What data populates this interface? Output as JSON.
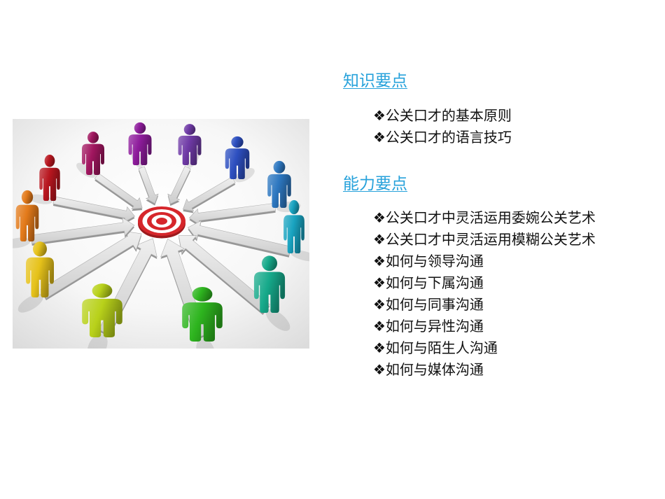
{
  "theme": {
    "heading_color": "#27a2db",
    "text_color": "#111111",
    "background": "#ffffff"
  },
  "knowledge": {
    "heading": "知识要点",
    "items": [
      "❖公关口才的基本原则",
      "❖公关口才的语言技巧"
    ]
  },
  "ability": {
    "heading": "能力要点",
    "items": [
      "❖公关口才中灵活运用委婉公关艺术",
      "❖公关口才中灵活运用模糊公关艺术",
      "❖如何与领导沟通",
      "❖如何与下属沟通",
      "❖如何与同事沟通",
      "❖如何与异性沟通",
      "❖如何与陌生人沟通",
      "❖如何与媒体沟通"
    ]
  },
  "illustration": {
    "icon": "people-around-target-illustration",
    "target_icon": "target-icon",
    "figure_colors": [
      "#b8161f",
      "#a1165f",
      "#8e1c9c",
      "#6f3aa6",
      "#2d4fc0",
      "#2d77c0",
      "#19a3c0",
      "#16a98a",
      "#2eb51f",
      "#b8d11a",
      "#e6c21a",
      "#e37a1a"
    ],
    "target_colors": [
      "#d6262b",
      "#ffffff"
    ],
    "arrow_color": "#d6d6d6"
  }
}
